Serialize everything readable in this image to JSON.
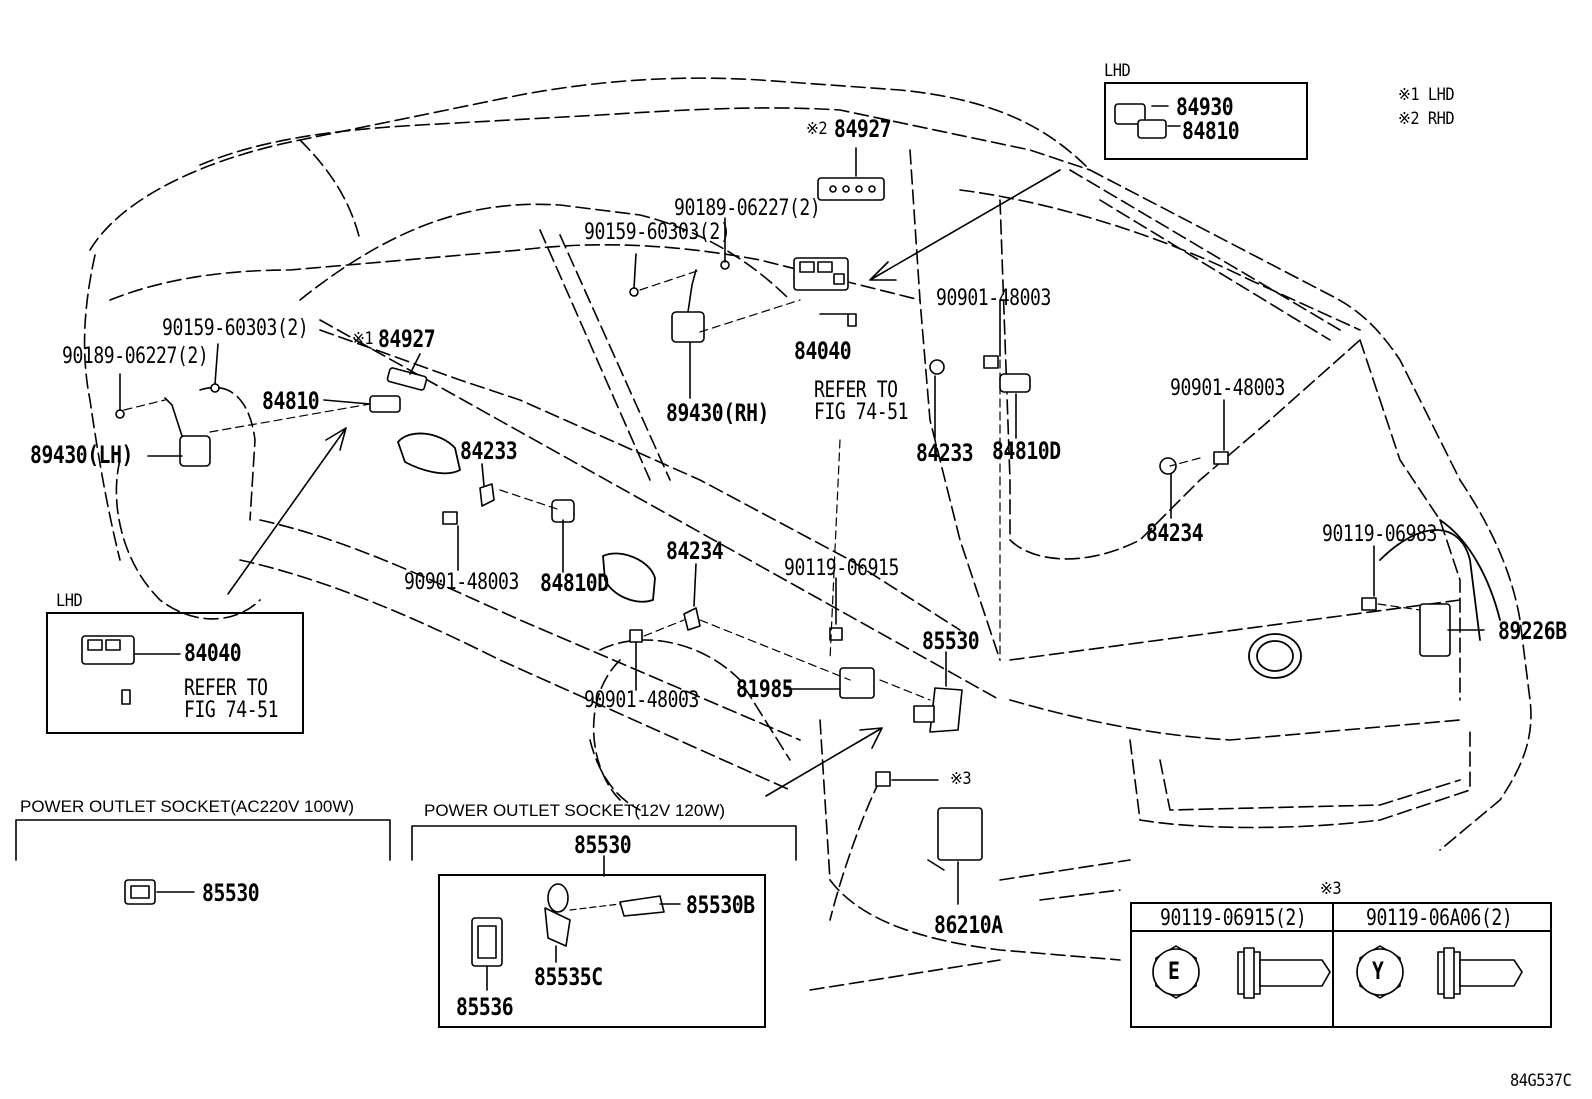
{
  "diagram_code": "84G537C",
  "legend": {
    "note1": "※1 LHD",
    "note2": "※2 RHD"
  },
  "lhd_box_top": {
    "heading": "LHD",
    "part1": "84930",
    "part2": "84810"
  },
  "lhd_box_left": {
    "heading": "LHD",
    "part1": "84040",
    "refer1": "REFER TO",
    "refer2": "FIG 74-51"
  },
  "labels": {
    "p84927_rhd_mark": "※2",
    "p84927_rhd": "84927",
    "p84927_lhd_mark": "※1",
    "p84927_lhd": "84927",
    "p90189_upper": "90189-06227(2)",
    "p90159_upper": "90159-60303(2)",
    "p90159_left": "90159-60303(2)",
    "p90189_left": "90189-06227(2)",
    "p84810_left": "84810",
    "p89430_lh": "89430(LH)",
    "p89430_rh": "89430(RH)",
    "p84040_main": "84040",
    "refer_main_1": "REFER TO",
    "refer_main_2": "FIG 74-51",
    "p84233_a": "84233",
    "p84233_b": "84233",
    "p90901_a": "90901-48003",
    "p90901_b": "90901-48003",
    "p90901_c": "90901-48003",
    "p90901_d": "90901-48003",
    "p84810d_a": "84810D",
    "p84810d_b": "84810D",
    "p84234_a": "84234",
    "p84234_b": "84234",
    "p90119_06915": "90119-06915",
    "p90119_06983": "90119-06983",
    "p89226b": "89226B",
    "p85530_main": "85530",
    "p81985": "81985",
    "p86210a": "86210A",
    "mark3": "※3"
  },
  "socket_ac": {
    "title": "POWER OUTLET SOCKET(AC220V 100W)",
    "part": "85530"
  },
  "socket_12v": {
    "title": "POWER OUTLET SOCKET(12V 120W)",
    "part": "85530",
    "p1": "85530B",
    "p2": "85535C",
    "p3": "85536"
  },
  "bolt_table": {
    "mark": "※3",
    "col1": "90119-06915(2)",
    "col2": "90119-06A06(2)",
    "sym1": "E",
    "sym2": "Y"
  }
}
